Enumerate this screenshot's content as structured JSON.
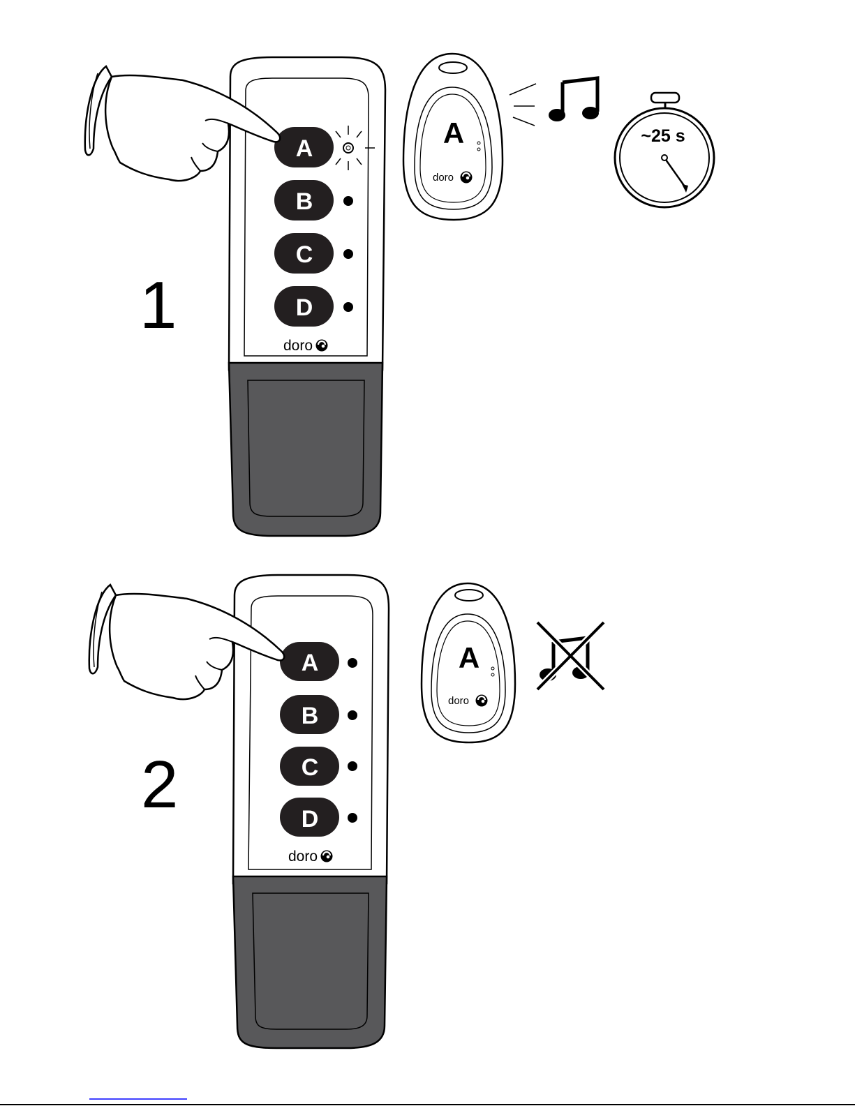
{
  "panels": [
    {
      "step": "1",
      "buttons": [
        "A",
        "B",
        "C",
        "D"
      ],
      "remote_brand": "doro",
      "receiver_letter": "A",
      "receiver_brand": "doro",
      "timer_label": "~25 s"
    },
    {
      "step": "2",
      "buttons": [
        "A",
        "B",
        "C",
        "D"
      ],
      "remote_brand": "doro",
      "receiver_letter": "A",
      "receiver_brand": "doro"
    }
  ],
  "colors": {
    "ink": "#000000",
    "button": "#231f20",
    "grip": "#58585a",
    "link_underline": "#0000ff"
  },
  "icons": [
    "hand-pointing-icon",
    "music-note-icon",
    "stopwatch-icon",
    "muted-music-icon",
    "led-flash-icon",
    "doro-logo-icon"
  ]
}
